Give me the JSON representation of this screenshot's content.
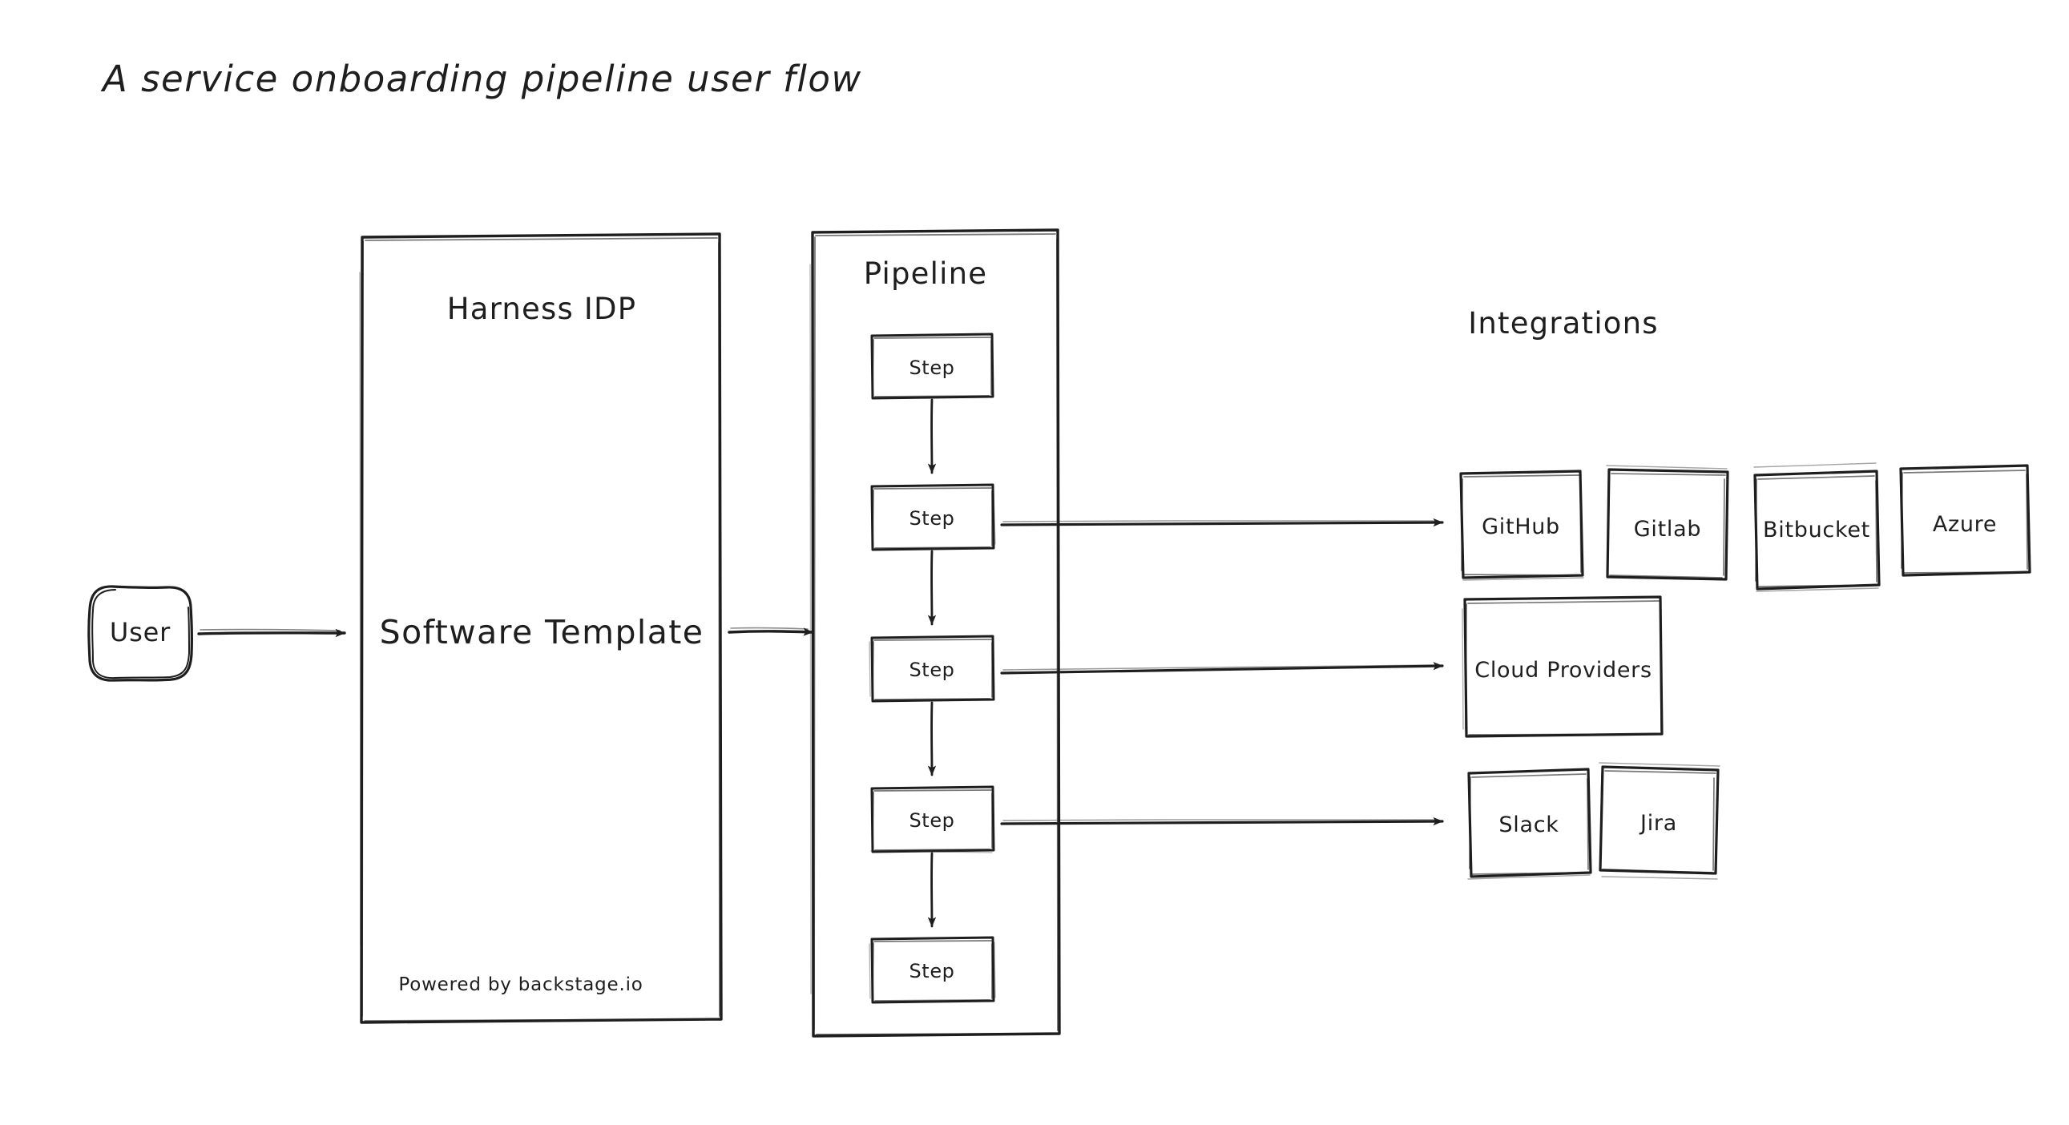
{
  "diagram": {
    "title": "A service onboarding pipeline user flow",
    "background_color": "#ffffff",
    "stroke_color": "#1e1e1e",
    "style": "hand-drawn"
  },
  "user_node": {
    "label": "User"
  },
  "idp_container": {
    "title": "Harness IDP",
    "main_label": "Software Template",
    "footer": "Powered by backstage.io"
  },
  "pipeline_container": {
    "title": "Pipeline",
    "steps": [
      {
        "label": "Step"
      },
      {
        "label": "Step"
      },
      {
        "label": "Step"
      },
      {
        "label": "Step"
      },
      {
        "label": "Step"
      }
    ]
  },
  "integrations": {
    "title": "Integrations",
    "scm_group": [
      {
        "label": "GitHub"
      },
      {
        "label": "Gitlab"
      },
      {
        "label": "Bitbucket"
      },
      {
        "label": "Azure"
      }
    ],
    "cloud_group": [
      {
        "label": "Cloud Providers"
      }
    ],
    "tools_group": [
      {
        "label": "Slack"
      },
      {
        "label": "Jira"
      }
    ]
  },
  "connectors": [
    {
      "from": "User",
      "to": "Harness IDP"
    },
    {
      "from": "Harness IDP",
      "to": "Pipeline"
    },
    {
      "from": "Step 1",
      "to": "Step 2"
    },
    {
      "from": "Step 2",
      "to": "Step 3"
    },
    {
      "from": "Step 3",
      "to": "Step 4"
    },
    {
      "from": "Step 4",
      "to": "Step 5"
    },
    {
      "from": "Step 2",
      "to": "GitHub"
    },
    {
      "from": "Step 3",
      "to": "Cloud Providers"
    },
    {
      "from": "Step 4",
      "to": "Slack"
    }
  ]
}
